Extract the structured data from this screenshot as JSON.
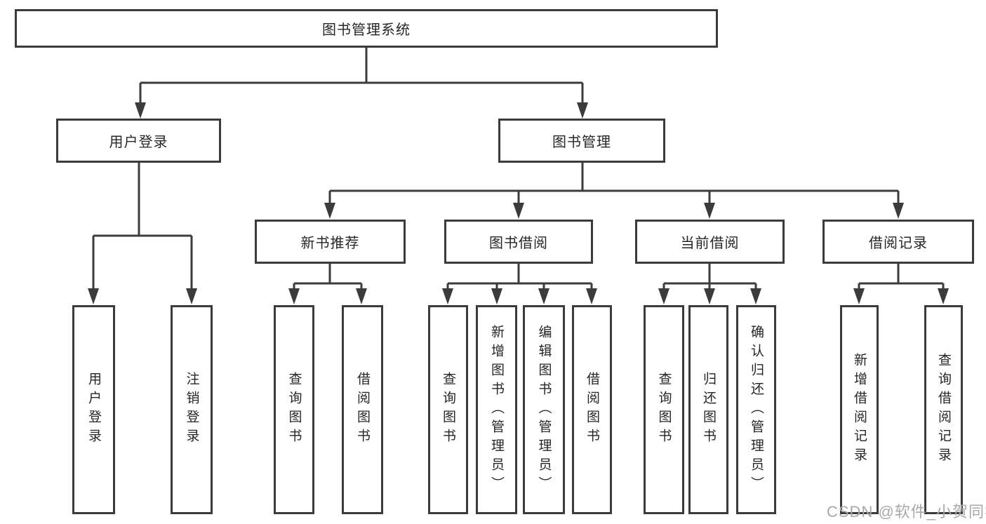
{
  "diagram": {
    "title": "图书管理系统",
    "colors": {
      "line": "#3b3b3b",
      "box_border": "#3b3b3b",
      "text": "#262626",
      "background": "#ffffff",
      "watermark": "#a8a8ab"
    },
    "nodes": {
      "root": {
        "label": "图书管理系统"
      },
      "level2": [
        {
          "label": "用户登录"
        },
        {
          "label": "图书管理"
        }
      ],
      "level3": [
        {
          "label": "新书推荐",
          "parent": "图书管理"
        },
        {
          "label": "图书借阅",
          "parent": "图书管理"
        },
        {
          "label": "当前借阅",
          "parent": "图书管理"
        },
        {
          "label": "借阅记录",
          "parent": "图书管理"
        }
      ],
      "leaves": [
        {
          "label": "用户登录",
          "parent": "用户登录"
        },
        {
          "label": "注销登录",
          "parent": "用户登录"
        },
        {
          "label": "查询图书",
          "parent": "新书推荐"
        },
        {
          "label": "借阅图书",
          "parent": "新书推荐"
        },
        {
          "label": "查询图书",
          "parent": "图书借阅"
        },
        {
          "label": "新增图书（管理员）",
          "parent": "图书借阅"
        },
        {
          "label": "编辑图书（管理员）",
          "parent": "图书借阅"
        },
        {
          "label": "借阅图书",
          "parent": "图书借阅"
        },
        {
          "label": "查询图书",
          "parent": "当前借阅"
        },
        {
          "label": "归还图书",
          "parent": "当前借阅"
        },
        {
          "label": "确认归还（管理员）",
          "parent": "当前借阅"
        },
        {
          "label": "新增借阅记录",
          "parent": "借阅记录"
        },
        {
          "label": "查询借阅记录",
          "parent": "借阅记录"
        }
      ]
    },
    "watermark": {
      "text": "CSDN @软件_小贺同学"
    }
  }
}
